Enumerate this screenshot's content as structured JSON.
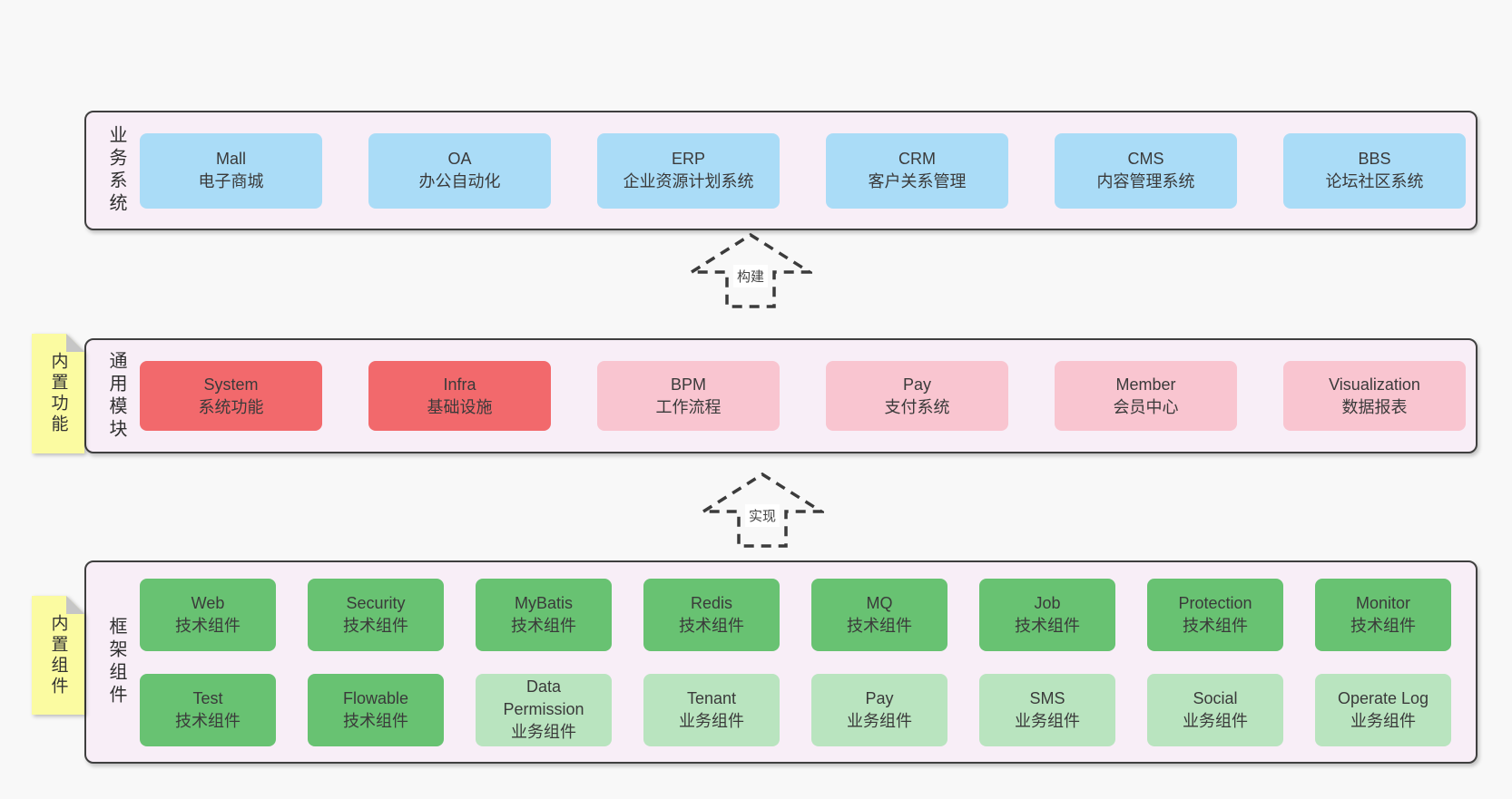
{
  "bands": [
    {
      "label": "业务系统",
      "boxes": [
        {
          "title": "Mall",
          "subtitle": "电子商城"
        },
        {
          "title": "OA",
          "subtitle": "办公自动化"
        },
        {
          "title": "ERP",
          "subtitle": "企业资源计划系统"
        },
        {
          "title": "CRM",
          "subtitle": "客户关系管理"
        },
        {
          "title": "CMS",
          "subtitle": "内容管理系统"
        },
        {
          "title": "BBS",
          "subtitle": "论坛社区系统"
        }
      ]
    },
    {
      "label": "通用模块",
      "note": "内置功能",
      "boxes": [
        {
          "title": "System",
          "subtitle": "系统功能"
        },
        {
          "title": "Infra",
          "subtitle": "基础设施"
        },
        {
          "title": "BPM",
          "subtitle": "工作流程"
        },
        {
          "title": "Pay",
          "subtitle": "支付系统"
        },
        {
          "title": "Member",
          "subtitle": "会员中心"
        },
        {
          "title": "Visualization",
          "subtitle": "数据报表"
        }
      ]
    },
    {
      "label": "框架组件",
      "note": "内置组件",
      "rows": [
        [
          {
            "title": "Web",
            "subtitle": "技术组件"
          },
          {
            "title": "Security",
            "subtitle": "技术组件"
          },
          {
            "title": "MyBatis",
            "subtitle": "技术组件"
          },
          {
            "title": "Redis",
            "subtitle": "技术组件"
          },
          {
            "title": "MQ",
            "subtitle": "技术组件"
          },
          {
            "title": "Job",
            "subtitle": "技术组件"
          },
          {
            "title": "Protection",
            "subtitle": "技术组件"
          },
          {
            "title": "Monitor",
            "subtitle": "技术组件"
          }
        ],
        [
          {
            "title": "Test",
            "subtitle": "技术组件"
          },
          {
            "title": "Flowable",
            "subtitle": "技术组件"
          },
          {
            "title": "Data Permission",
            "subtitle": "业务组件"
          },
          {
            "title": "Tenant",
            "subtitle": "业务组件"
          },
          {
            "title": "Pay",
            "subtitle": "业务组件"
          },
          {
            "title": "SMS",
            "subtitle": "业务组件"
          },
          {
            "title": "Social",
            "subtitle": "业务组件"
          },
          {
            "title": "Operate Log",
            "subtitle": "业务组件"
          }
        ]
      ]
    }
  ],
  "arrows": [
    {
      "label": "构建"
    },
    {
      "label": "实现"
    }
  ],
  "colors": {
    "page_background": "#f8f8f8",
    "band_background": "#f8eef7",
    "border": "#3f3f3f",
    "business_system_box": "#aadcf7",
    "core_module_box": "#f2696c",
    "extension_module_box": "#f9c5d0",
    "tech_component_box": "#68c272",
    "biz_component_box": "#b9e4bf",
    "sticky_note": "#fbfba1",
    "sticky_note_fold": "#c6c6c6"
  }
}
